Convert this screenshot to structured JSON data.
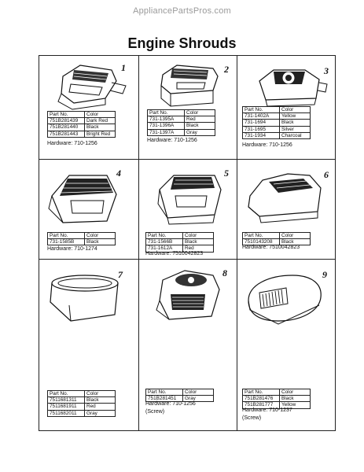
{
  "watermark": "AppliancePartsPros.com",
  "title": "Engine Shrouds",
  "cells": [
    {
      "number": "1",
      "header": [
        "Part No.",
        "Color"
      ],
      "rows": [
        [
          "751B281439",
          "Dark Red"
        ],
        [
          "751B281440",
          "Black"
        ],
        [
          "751B281443",
          "Bright Red"
        ]
      ],
      "hardware": "Hardware: 710-1256",
      "note": ""
    },
    {
      "number": "2",
      "header": [
        "Part No.",
        "Color"
      ],
      "rows": [
        [
          "731-1395A",
          "Red"
        ],
        [
          "731-1396A",
          "Black"
        ],
        [
          "731-1397A",
          "Gray"
        ]
      ],
      "hardware": "Hardware: 710-1256",
      "note": ""
    },
    {
      "number": "3",
      "header": [
        "Part No.",
        "Color"
      ],
      "rows": [
        [
          "731-1402A",
          "Yellow"
        ],
        [
          "731-1694",
          "Black"
        ],
        [
          "731-1695",
          "Silver"
        ],
        [
          "731-1934",
          "Charcoal"
        ]
      ],
      "hardware": "Hardware: 710-1256",
      "note": ""
    },
    {
      "number": "4",
      "header": [
        "Part No.",
        "Color"
      ],
      "rows": [
        [
          "731-1585B",
          "Black"
        ]
      ],
      "hardware": "Hardware: 710-1274",
      "note": ""
    },
    {
      "number": "5",
      "header": [
        "Part No.",
        "Color"
      ],
      "rows": [
        [
          "731-1566B",
          "Black"
        ],
        [
          "731-1612A",
          "Red"
        ]
      ],
      "hardware": "Hardware: 7510042823",
      "note": ""
    },
    {
      "number": "6",
      "header": [
        "Part No.",
        "Color"
      ],
      "rows": [
        [
          "7510143208",
          "Black"
        ]
      ],
      "hardware": "Hardware: 7510042823",
      "note": ""
    },
    {
      "number": "7",
      "header": [
        "Part No.",
        "Color"
      ],
      "rows": [
        [
          "7511681311",
          "Black"
        ],
        [
          "7511681911",
          "Red"
        ],
        [
          "7511682011",
          "Gray"
        ]
      ],
      "hardware": "",
      "note": ""
    },
    {
      "number": "8",
      "header": [
        "Part No.",
        "Color"
      ],
      "rows": [
        [
          "751B281451",
          "Gray"
        ]
      ],
      "hardware": "Hardware: 710-1256",
      "note": "(Screw)"
    },
    {
      "number": "9",
      "header": [
        "Part No.",
        "Color"
      ],
      "rows": [
        [
          "751B281476",
          "Black"
        ],
        [
          "751B281777",
          "Yellow"
        ]
      ],
      "hardware": "Hardware: 710-1237",
      "note": "(Screw)"
    }
  ]
}
